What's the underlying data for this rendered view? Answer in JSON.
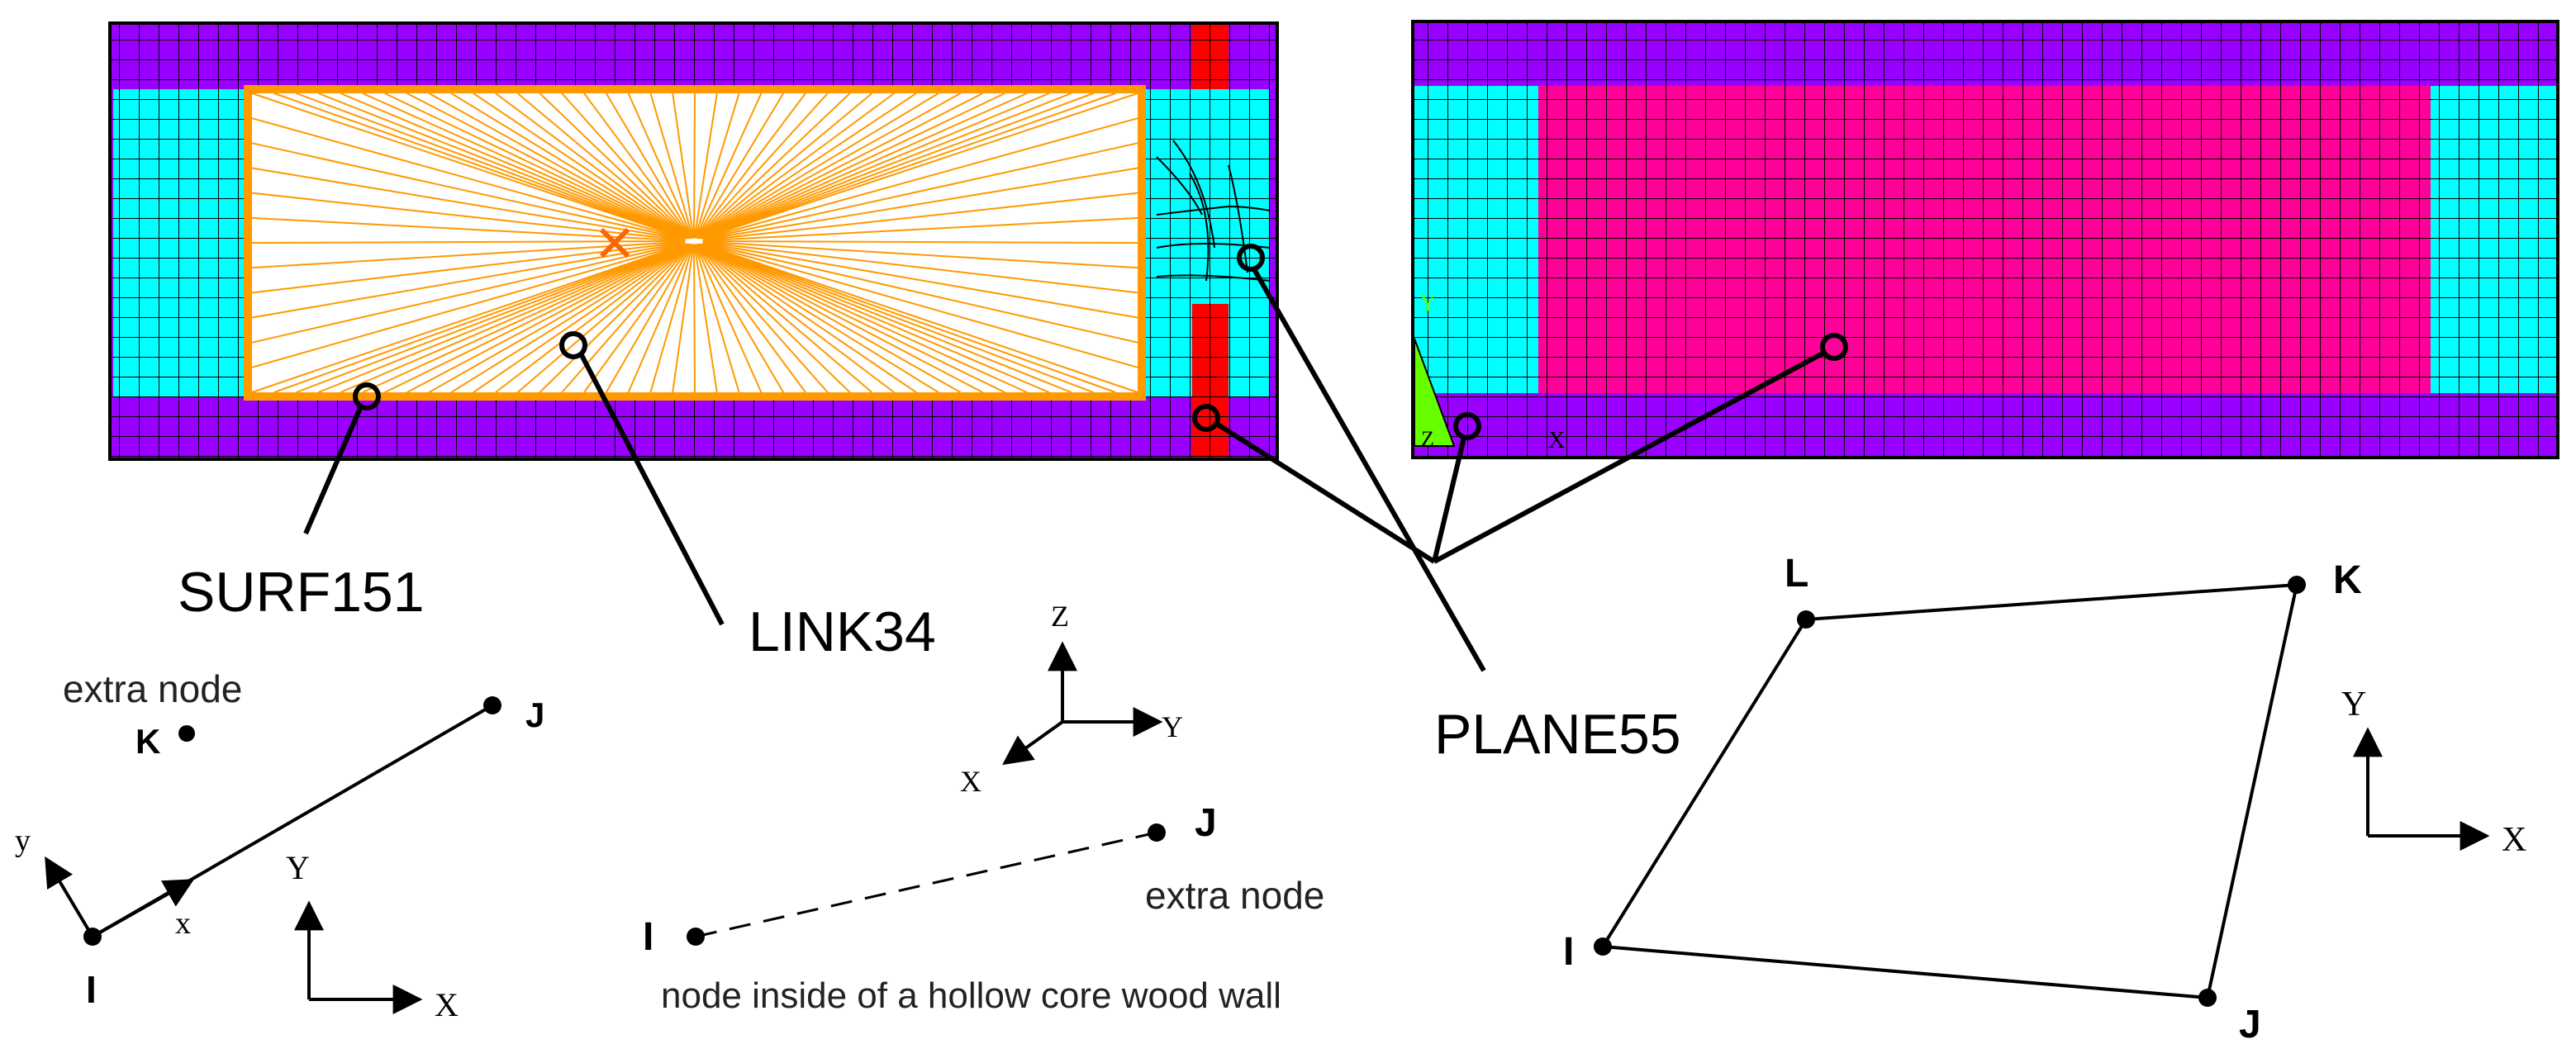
{
  "colors": {
    "purple": "#9900ff",
    "cyan": "#00ffff",
    "magenta": "#ff0099",
    "red": "#ff0000",
    "orange": "#ff9900",
    "grid": "#000000",
    "axis_green": "#66ff00"
  },
  "callouts": {
    "surf151": "SURF151",
    "link34": "LINK34",
    "plane55": "PLANE55"
  },
  "mesh_markers": {
    "right_axis_y": "Y",
    "right_axis_z": "Z",
    "right_axis_x": "X"
  },
  "surf151_element": {
    "extra_node": "extra node",
    "node_k": "K",
    "node_j": "J",
    "node_i": "I",
    "local_y": "y",
    "local_x": "x",
    "global_y": "Y",
    "global_x": "X"
  },
  "link34_element": {
    "axis_z": "Z",
    "axis_y": "Y",
    "axis_x": "X",
    "node_i": "I",
    "node_j": "J",
    "extra_node": "extra node",
    "caption": "node inside of a hollow core wood wall"
  },
  "plane55_element": {
    "node_l": "L",
    "node_k": "K",
    "node_i": "I",
    "node_j": "J",
    "global_y": "Y",
    "global_x": "X"
  }
}
